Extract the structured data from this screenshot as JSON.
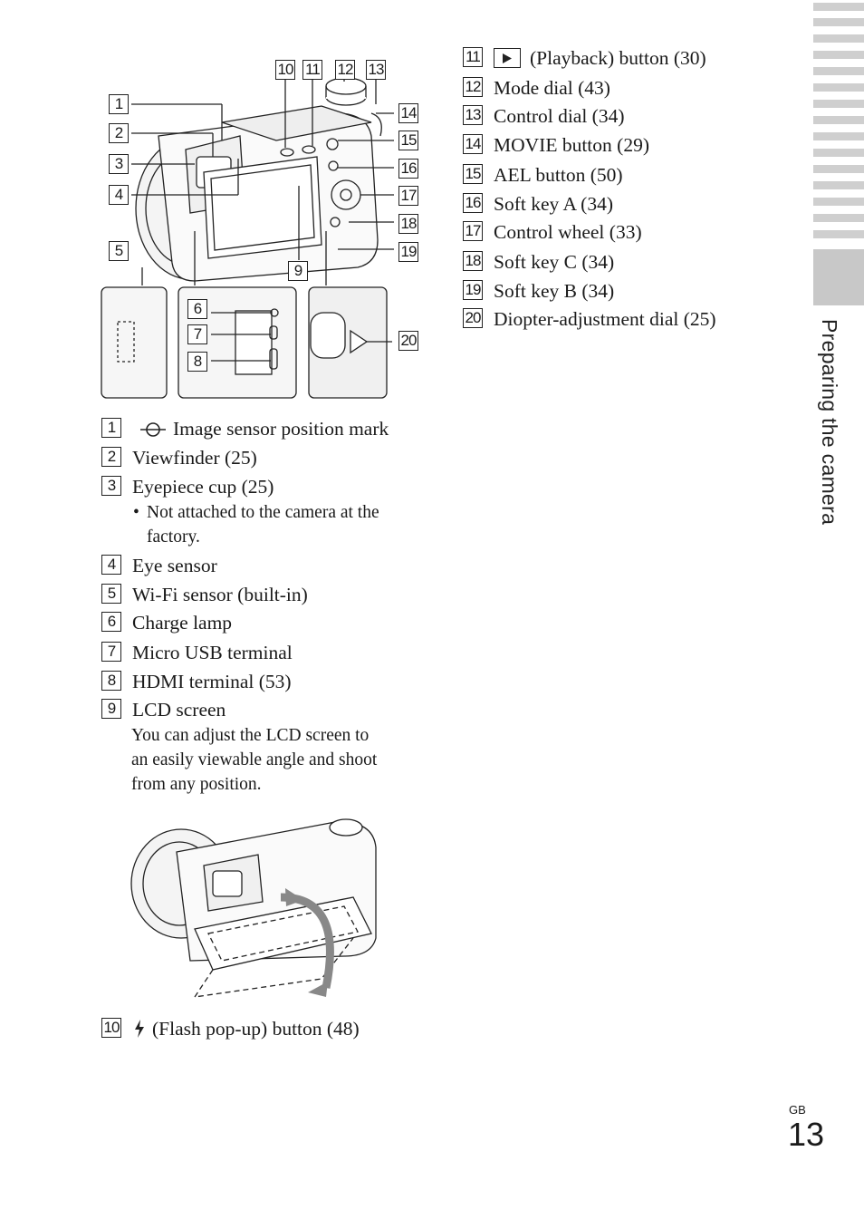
{
  "left_items": [
    {
      "num": "1",
      "text": "Image sensor position mark"
    },
    {
      "num": "2",
      "text": "Viewfinder (25)"
    },
    {
      "num": "3",
      "text": "Eyepiece cup (25)"
    },
    {
      "num": "4",
      "text": "Eye sensor"
    },
    {
      "num": "5",
      "text": "Wi-Fi sensor (built-in)"
    },
    {
      "num": "6",
      "text": "Charge lamp"
    },
    {
      "num": "7",
      "text": "Micro USB terminal"
    },
    {
      "num": "8",
      "text": "HDMI terminal (53)"
    },
    {
      "num": "9",
      "text": "LCD screen"
    },
    {
      "num": "10",
      "text": "(Flash pop-up) button (48)"
    }
  ],
  "eyecup_note": [
    "Not attached to the camera at the",
    "factory."
  ],
  "lcd_note": [
    "You can adjust the LCD screen to",
    "an easily viewable angle and shoot",
    "from any position."
  ],
  "right_items": [
    {
      "num": "11",
      "text": "(Playback) button (30)"
    },
    {
      "num": "12",
      "text": "Mode dial (43)"
    },
    {
      "num": "13",
      "text": "Control dial (34)"
    },
    {
      "num": "14",
      "text": "MOVIE button (29)"
    },
    {
      "num": "15",
      "text": "AEL button (50)"
    },
    {
      "num": "16",
      "text": "Soft key A (34)"
    },
    {
      "num": "17",
      "text": "Control wheel (33)"
    },
    {
      "num": "18",
      "text": "Soft key C (34)"
    },
    {
      "num": "19",
      "text": "Soft key B (34)"
    },
    {
      "num": "20",
      "text": "Diopter-adjustment dial (25)"
    }
  ],
  "diagram_callouts": [
    "1",
    "2",
    "3",
    "4",
    "5",
    "6",
    "7",
    "8",
    "9",
    "10",
    "11",
    "12",
    "13",
    "14",
    "15",
    "16",
    "17",
    "18",
    "19",
    "20"
  ],
  "side_tab": "Preparing the camera",
  "page": {
    "region": "GB",
    "number": "13"
  },
  "icons": {
    "sensor_mark": "sensor-position-mark-icon",
    "flash": "flash-icon",
    "playback": "playback-icon"
  }
}
